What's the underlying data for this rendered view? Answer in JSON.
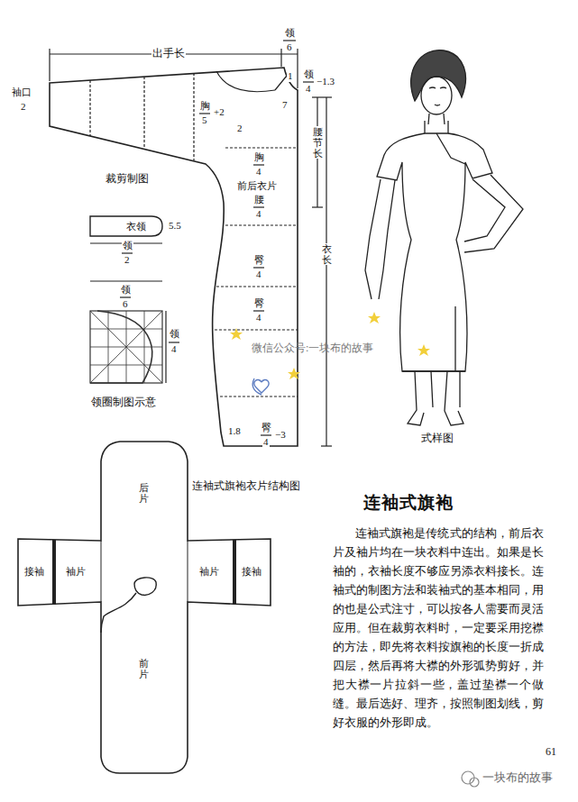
{
  "diagram": {
    "title": "连袖式旗袍",
    "nodes": [
      {
        "text": [
          "衣领"
        ]
      },
      {
        "text": [
          "后片",
          "接袖",
          "袖片",
          "袖片",
          "接袖",
          "前片"
        ]
      }
    ],
    "labels": [
      "出手长",
      "袖口",
      "2",
      "胸",
      "5",
      "+2",
      "2",
      "7",
      "领",
      "6",
      "1",
      "领",
      "4",
      "−1.3",
      "腰节长",
      "胸",
      "4",
      "前后衣片",
      "腰",
      "4",
      "衣长",
      "臀",
      "4",
      "臀",
      "4",
      "1.8",
      "臀",
      "4",
      "−3",
      "裁剪制图",
      "5.5",
      "领",
      "2",
      "领",
      "6",
      "领",
      "4",
      "领圈制图示意",
      "连袖式旗袍衣片结构图",
      "式样图",
      "连袖式旗袍是传统式的结构，前后衣片及袖片均在一块衣料中连出。如果是长袖的，衣袖长度不够应另添衣料接长。连袖式的制图方法和装袖式的基本相同，用的也是公式注寸，可以按各人需要而灵活应用。但在裁剪衣料时，一定要采用挖襟的方法，即先将衣料按旗袍的长度一折成四层，然后再将大襟的外形弧势剪好，并把大襟一片拉斜一些，盖过垫襟一个做缝。最后选好、理齐，按照制图划线，剪好衣服的外形即成。",
      "61",
      "微信公众号:一块布的故事",
      "一块布的故事"
    ]
  }
}
